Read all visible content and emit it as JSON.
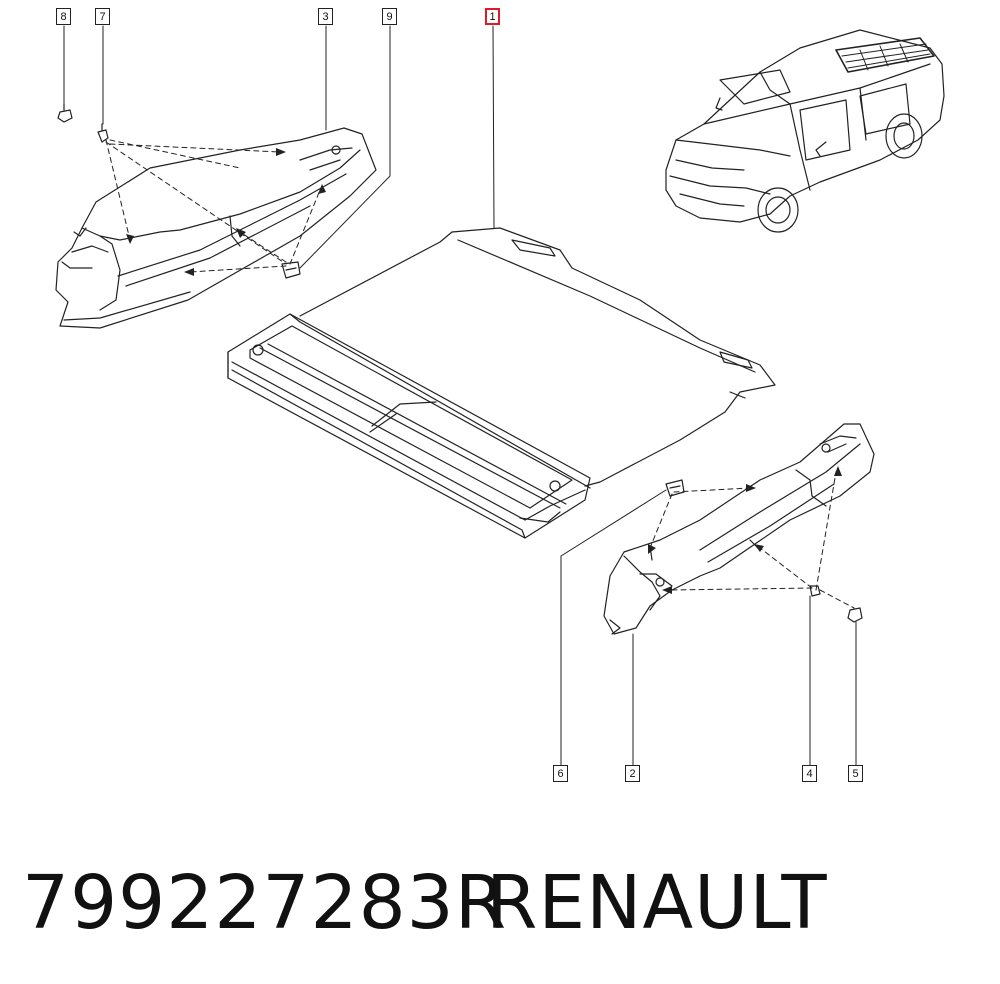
{
  "callouts": [
    {
      "id": "8",
      "label": "8"
    },
    {
      "id": "7",
      "label": "7"
    },
    {
      "id": "3",
      "label": "3"
    },
    {
      "id": "9",
      "label": "9"
    },
    {
      "id": "1",
      "label": "1"
    },
    {
      "id": "6",
      "label": "6"
    },
    {
      "id": "2",
      "label": "2"
    },
    {
      "id": "4",
      "label": "4"
    },
    {
      "id": "5",
      "label": "5"
    }
  ],
  "highlighted_callout": "1",
  "colors": {
    "line": "#222222",
    "highlight": "#e0192b"
  },
  "footer": {
    "part_number": "799227283R",
    "brand": "RENAULT"
  }
}
